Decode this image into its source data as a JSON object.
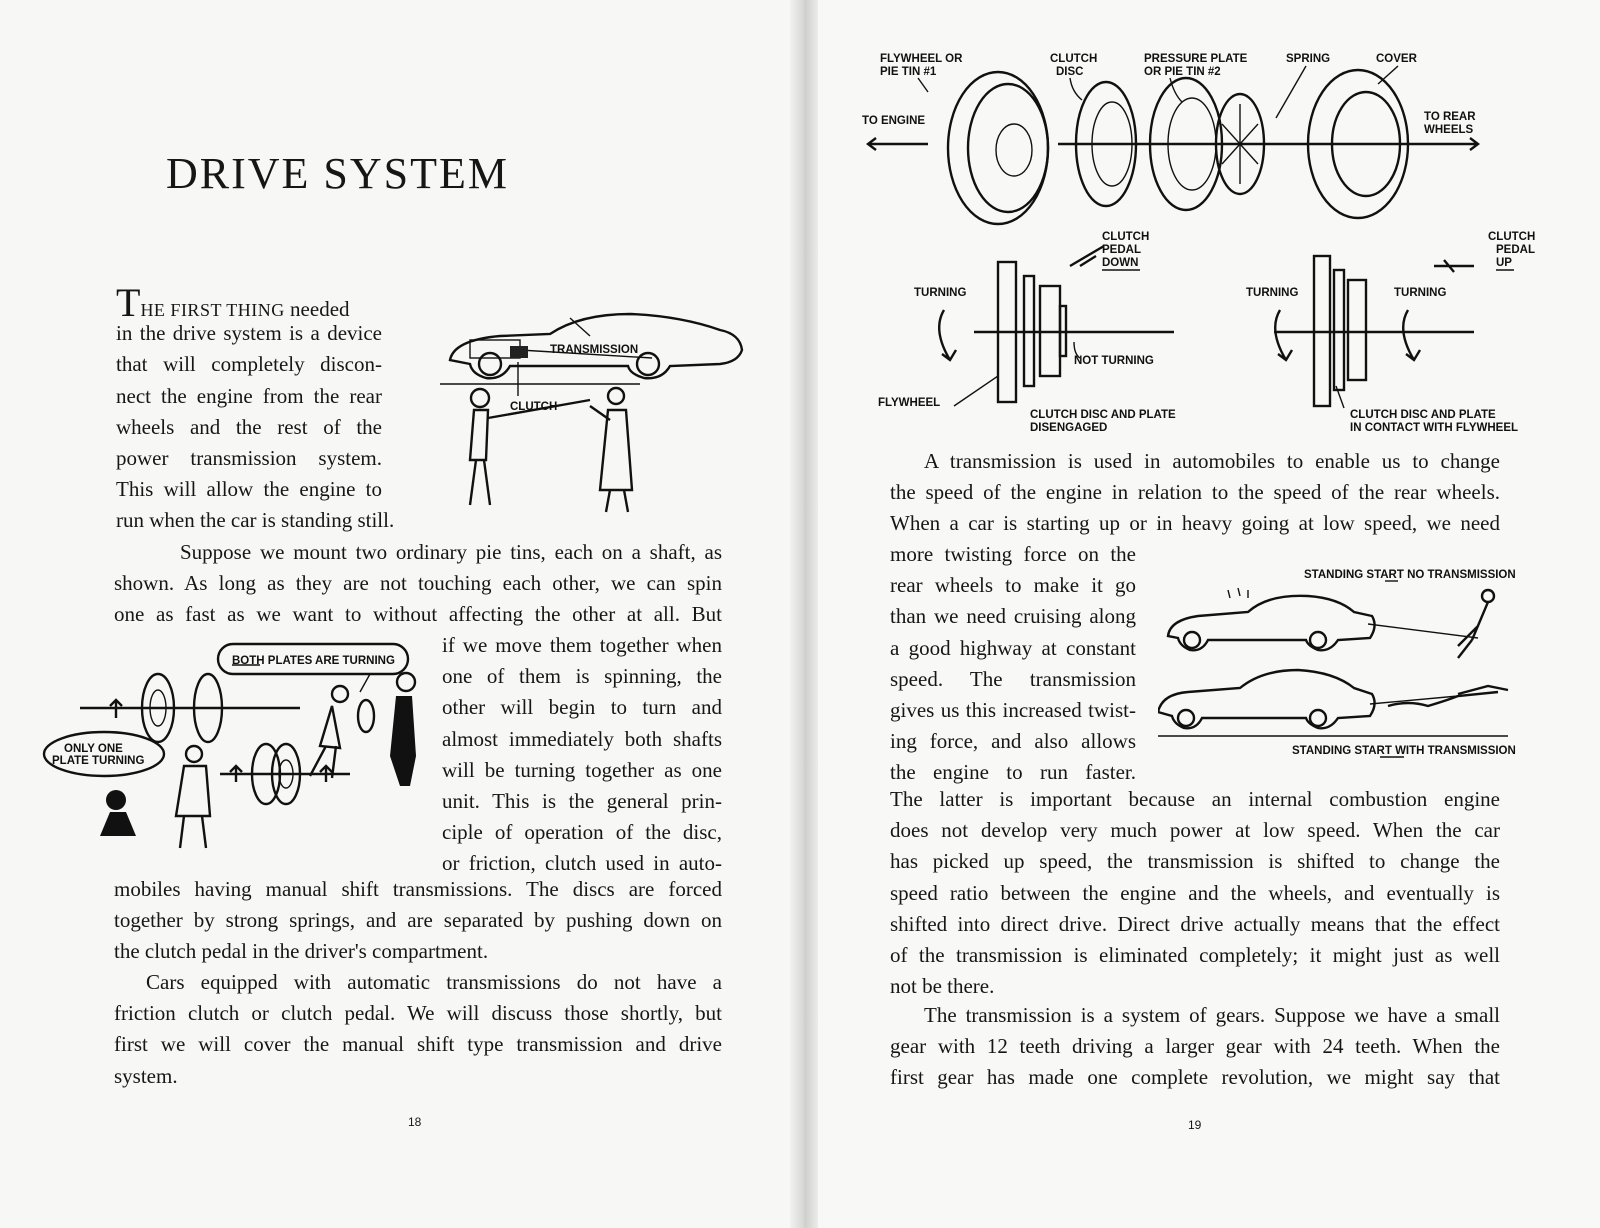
{
  "left_page": {
    "title": "DRIVE SYSTEM",
    "dropcap": "T",
    "lead_smallcaps": "HE FIRST THING",
    "para1_lines": [
      "needed",
      "in the drive system is a device",
      "that will completely discon-",
      "nect the engine from the rear",
      "wheels and the rest of the",
      "power transmission system.",
      "This will allow the engine to",
      "run when the car is standing still."
    ],
    "para2_lines": [
      "Suppose we mount two ordinary pie tins, each on a shaft, as",
      "shown. As long as they are not touching each other, we can spin",
      "one as fast as we want to without affecting the other at all. But"
    ],
    "para2b_lines": [
      "if we move them together when",
      "one of them is spinning, the",
      "other will begin to turn and",
      "almost immediately both shafts",
      "will be turning together as one",
      "unit. This is the general prin-",
      "ciple of operation of the disc,",
      "or friction, clutch used in auto-"
    ],
    "para2c_lines": [
      "mobiles having manual shift transmissions. The discs are forced",
      "together by strong springs, and are separated by pushing down on",
      "the clutch pedal in the driver's compartment."
    ],
    "para3_lines": [
      "Cars equipped with automatic transmissions do not have a",
      "friction clutch or clutch pedal. We will discuss those shortly, but",
      "first we will cover the manual shift type transmission and drive",
      "system."
    ],
    "figure1": {
      "transmission_label": "TRANSMISSION",
      "clutch_label": "CLUTCH"
    },
    "figure2": {
      "bubble_top": "BOTH PLATES ARE TURNING",
      "bubble_left_1": "ONLY ONE",
      "bubble_left_2": "PLATE TURNING"
    },
    "page_number": "18"
  },
  "right_page": {
    "top_figure": {
      "flywheel_label_1": "FLYWHEEL OR",
      "flywheel_label_2": "PIE TIN #1",
      "clutch_disc_1": "CLUTCH",
      "clutch_disc_2": "DISC",
      "pressure_plate_1": "PRESSURE PLATE",
      "pressure_plate_2": "OR PIE TIN #2",
      "spring": "SPRING",
      "cover": "COVER",
      "to_engine": "TO ENGINE",
      "to_rear_1": "TO REAR",
      "to_rear_2": "WHEELS"
    },
    "clutch_figure": {
      "pedal_down_1": "CLUTCH",
      "pedal_down_2": "PEDAL",
      "pedal_down_3": "DOWN",
      "pedal_up_1": "CLUTCH",
      "pedal_up_2": "PEDAL",
      "pedal_up_3": "UP",
      "turning": "TURNING",
      "not_turning": "NOT TURNING",
      "flywheel": "FLYWHEEL",
      "disengaged_1": "CLUTCH DISC AND PLATE",
      "disengaged_2": "DISENGAGED",
      "contact_1": "CLUTCH DISC AND PLATE",
      "contact_2": "IN CONTACT WITH FLYWHEEL"
    },
    "para1_full_lines": [
      "A transmission is used in automobiles to enable us to change",
      "the speed of the engine in relation to the speed of the rear wheels.",
      "When a car is starting up or in heavy going at low speed, we need"
    ],
    "para1_narrow_lines": [
      "more twisting force on the",
      "rear wheels to make it go",
      "than we need cruising along",
      "a good highway at constant",
      "speed. The transmission",
      "gives us this increased twist-",
      "ing force, and also allows",
      "the engine to run faster."
    ],
    "para1_rest_lines": [
      "The latter is important because an internal combustion engine",
      "does not develop very much power at low speed. When the car",
      "has picked up speed, the transmission is shifted to change the",
      "speed ratio between the engine and the wheels, and eventually is",
      "shifted into direct drive. Direct drive actually means that the effect",
      "of the transmission is eliminated completely; it might just as well",
      "not be there."
    ],
    "para2_lines": [
      "The transmission is a system of gears. Suppose we have a small",
      "gear with 12 teeth driving a larger gear with 24 teeth. When the",
      "first gear has made one complete revolution, we might say that"
    ],
    "cars_figure": {
      "top_label": "STANDING START NO TRANSMISSION",
      "bottom_label": "STANDING START WITH TRANSMISSION"
    },
    "page_number": "19"
  }
}
